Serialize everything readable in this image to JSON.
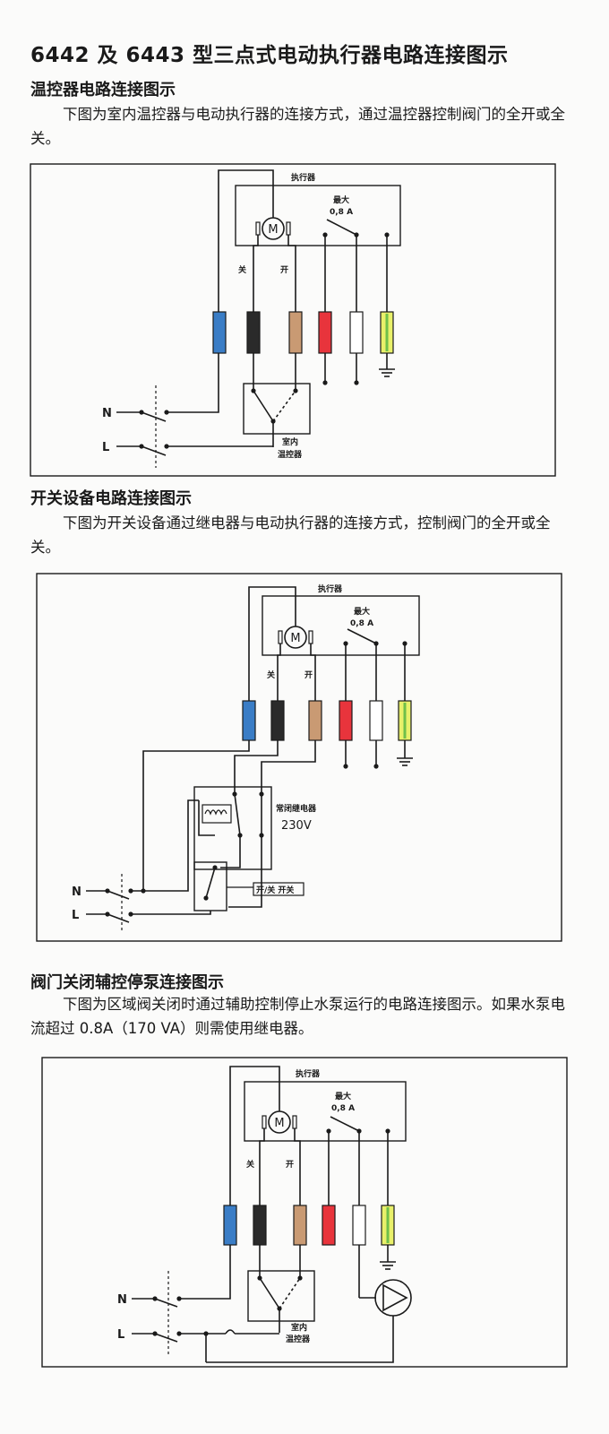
{
  "page": {
    "title": "6442 及 6443 型三点式电动执行器电路连接图示"
  },
  "sections": [
    {
      "heading": "温控器电路连接图示",
      "text": "下图为室内温控器与电动执行器的连接方式，通过温控器控制阀门的全开或全关。",
      "diagram": {
        "actuator_label": "执行器",
        "max_label": "最大",
        "max_value": "0,8 A",
        "motor": "M",
        "close_label": "关",
        "open_label": "开",
        "n_label": "N",
        "l_label": "L",
        "thermostat_label_1": "室内",
        "thermostat_label_2": "温控器"
      }
    },
    {
      "heading": "开关设备电路连接图示",
      "text": "下图为开关设备通过继电器与电动执行器的连接方式，控制阀门的全开或全关。",
      "diagram": {
        "actuator_label": "执行器",
        "max_label": "最大",
        "max_value": "0,8 A",
        "motor": "M",
        "close_label": "关",
        "open_label": "开",
        "n_label": "N",
        "l_label": "L",
        "relay_label": "常闭继电器",
        "relay_voltage": "230V",
        "switch_label": "开/关 开关"
      }
    },
    {
      "heading": "阀门关闭辅控停泵连接图示",
      "text": "下图为区域阀关闭时通过辅助控制停止水泵运行的电路连接图示。如果水泵电流超过 0.8A（170 VA）则需使用继电器。",
      "diagram": {
        "actuator_label": "执行器",
        "max_label": "最大",
        "max_value": "0,8 A",
        "motor": "M",
        "close_label": "关",
        "open_label": "开",
        "n_label": "N",
        "l_label": "L",
        "thermostat_label_1": "室内",
        "thermostat_label_2": "温控器"
      }
    }
  ],
  "colors": {
    "blue": "#3a7dc6",
    "black": "#2a2a2a",
    "brown": "#c99a73",
    "red": "#e8343c",
    "white": "#ffffff",
    "yellow_green": "#e9f06a",
    "stripe": "#6fbf4a",
    "line": "#1a1a1a"
  }
}
